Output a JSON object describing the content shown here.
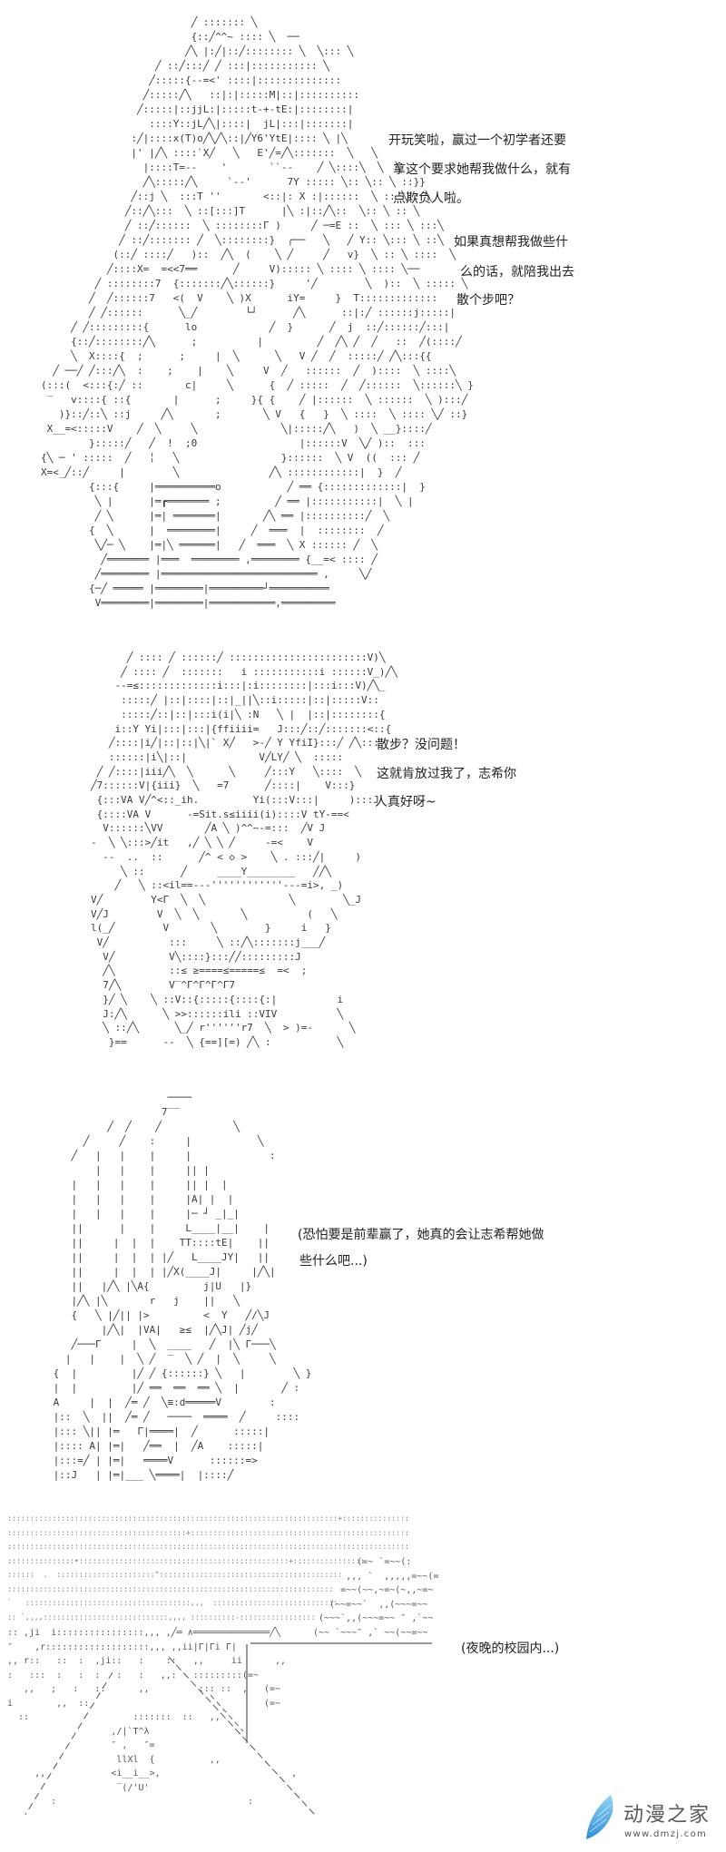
{
  "panels": [
    {
      "art": [
        "                         ╱ ::::::: ╲",
        "                         {::╱^^~ :::: ╲  ──",
        "                        ╱╲ |:╱|::╱:::::::: ╲  ╲::: ╲",
        "                   ╱ ::╱:::╱ ╱ :::|::::::::::: ╲",
        "                  ╱:::::{--=<' ::::|::::::::::::::",
        "                 ╱:::::╱╲   ::|:|:::::M|::|::::::::::",
        "                ╱:::::|::jjL:|:::::t-+-tE:|::::::::|",
        "                  ::::Y::jL╱╲|::::|  jL|:::|:::::::|",
        "               :╱|::::x(T)o╱╲╱╲::|╱Y6'YtE|:::: ╲ |╲",
        "               |' |╱╲ ::::`X╱   ╲   E'╱=╱╲:::::::  ╲   ╲",
        "                 |::::T=--    '       ``--    ╱ ╲::::╲  ╲  ╲",
        "                 ╱╲:::::╱╲     `--'      7Y ::::: ╲:: ╲:: ╲ ::}}",
        "               ╱::j ╲  :::T ''       <::|: X :|::::::  ╲ :: ╲:: ╲",
        "              ╱::╱╲:::  ╲ ::[:::]T      |╲ :|::╱╲::  ╲:: ╲ :: ╲",
        "              ╱ ::╱::::::  ╲ ::::::::Г )     ╱ ─=E ::  ╲ ::: ╲ :::╲",
        "             ╱ ::╱::::::: ╱  ╲::::::::}  ╭──   ╲   ╱ Y:: ╲::: ╲ ::╲",
        "            (::╱ ::::╱   )::  ╱╲  (    ╲ ╱     ╱   v}  ╲ :: ╲ ::::  ╲",
        "           ╱::::X=  =<<7══      ╱     V)::::: ╲ :::: ╲ :::: ╲──",
        "         ╱ ::::::::7  {:::::::╱╲::::::}     '╱        ╲  )::  ╲ ::::: ╲",
        "        ╱  ╱::::::7   <(  V    ╲ )X      iY=     }  T:::::::::::::",
        "        ╱ ╱::::::      ╲_╱        └┘      ╱╲      ::|:╱ ::::::j:::::|",
        "     ╱ ╱:::::::::{      lo            ╱  }      ╱  j  ::╱::::::╱:::|",
        "     {::╱::::::::╱╲      ;          |         ╱  ╱╲ ╱  ╱   ::  ╱(::::╱",
        "     ╲  X::::{  ;      ;     |  ╲      ╲   V ╱  ╱  :::::╱ ╱╲:::{{",
        "  ╱ ──╱ ╱:::╱╲  :    ;    |    ╲     V  ╱   ::::::  ╱  )::::  ╲ ::::╲",
        "(:::(  <:::{:╱ ::       c|     ╲      {  ╱ :::::  ╱  ╱::::::  ╲::::::╲ }",
        " ‾   v::::{ ::{       |      ;     }{ {    ╱ |::::::  ╲ ::::::  ╲ ):::╱",
        "   )}::╱::╲ ::j     ╱╲       ;       ╲ V   {   }  ╲ ::::  ╲ :::: ╲╱ ::}",
        " X__=<:::::V    ╱  ╲     ╲              ╲|:::::╱╲   )  ╲ __}::::╱",
        "        }:::::╱   ╱  !  ;0                 |::::::V  ╲╱ )::  :::",
        "{╲ ─ ' :::::  ╱   ╎   ╲                 }::::::  ╲ V  ((  ::: ╱",
        "X=<_╱::╱     |        ╲               ╱╲ ::::::::::::|  }  ╱",
        "        {:::{     |══════════o           ╱ ══ {:::::::::::::|  }",
        "         ╲ |      |═┏═══════ ;         ╱ ══ |:::::::::::|  ╲ |",
        "         ╱ ╲      |═| ═══════|       ╱╲ ══ |::::::::::╱  ╲",
        "        {  ╲      |  ════════|     ╱  ═══  |  ::::::::  ╱",
        "         ╲╱─ ╲    |═|╲ ══════|   ╱  ═══  ╲ X :::::: ╱  ╲",
        "          ╱═══════ |═══  ════════ ,════════ {__=< :::: ╱",
        "         ╱════════ |══════════════════════════ ,     ╲╱",
        "        {─╱ ═════ |════════|═════════┘══════════",
        "         V════════|════════|═══════════,═════════"
      ],
      "speech": [
        {
          "lines": [
            "开玩笑啦，赢过一个初学者还要",
            "拿这个要求她帮我做什么，就有",
            "点欺负人啦。"
          ]
        },
        {
          "lines": [
            "如果真想帮我做些什",
            "么的话，就陪我出去",
            "散个步吧？"
          ]
        }
      ]
    },
    {
      "art": [
        "      ╱ :::: ╱ ::::::╱ :::::::::::::::::::::::V)╲",
        "     ╱ :::: ╱  :::::::   i :::::::::::i ::::::V_)╱╲",
        "    --=≤:::::::::::::i:::|:i::::::::|:::i:::V)╱╲_",
        "     :::::╱ |::|::::|::|_||╲::i:::::|::|:::::V::",
        "     :::::╱::|::|:::i(i|╲ :N   ╲ |  |::|::::::::{",
        "    i::Y Yi|:::|:::|{ffiiii=   J:::╱::╱:::::::<::{",
        "   ╱::::|i╱|::|::|╲|` X╱   >-╱ Y YfiI}:::╱ ╱╲:::",
        "   ::::::|i╲|::|            V╱LY╱ ╲  :::::",
        " ╱ ╱::::|iii╱╲  ╲      ╲     ╱:::Y   ╲::::  ╲",
        "╱7::::::V|{iii}  ╲   =7      ╱::::|    V:::}",
        " {:::VA V╱^<::_ih.         Yi(:::V:::|     ):::J",
        " {::::VA V      -=Sit.s≤iiii(i)::::V tY-==<",
        "  V::::::╲VV       ╱A ╲ )^^~-=:::  ╱V J",
        "-  ╲ ╲:::>╱it   ,╱ ╲ ╲ ╱     -=<    V",
        "  --  ..  ::      ╱^ < ◇ >    ╲ . :::╱|     )",
        "     ╲ ::      ╱     ____Y________   ╱╱╲",
        "    ╱   ╲ ::<il==---''''''''''''---=i>, _)",
        "V╱        Y<Г  ╲  ╲              ╲        ╲_J",
        "V╱J        V  ╲  ╲       ╲          (   ╲",
        "l(_╱        V       ╲        }     i   }",
        " V╱          :::     ╲ ::╱╲:::::::j___╱",
        "  V╱         V╲::::}:::╱╱:::::::::J",
        "  ╱╲         ::≤ ≥====≤=====≤  =<  ;",
        "  7╱╲        V‾^Г^Г^Г^Г7",
        "  }╱ ╲    ╲ ::V::{:::::{::::{:|          i",
        "  J:╱╲      ╲ >>::::::ili ::VIV          ╲",
        "  ╲ ::╱╲      ╲_╱ r''''''r7  ╲  > )=-      ╲",
        "   }==      --  ╲ {==][=) ╱╲ :           ╲"
      ],
      "speech": [
        {
          "lines": [
            "散步？没问题！",
            "这就肯放过我了，志希你",
            "人真好呀~"
          ]
        }
      ]
    },
    {
      "art": [
        "                    ────",
        "                   7‾‾",
        "          ╱  ╱    ╱            ╲",
        "      ╱     ╱    :     |           ╲",
        "    ╱   |   |    |     |             :",
        "        |   |    |     || |",
        "    |   |   |    |     || |  |",
        "    |   |   |    |     |A| |  |",
        "    |   |   |    |     |─ ┘ _|_|",
        "    ||      |    |     L____|__|    |",
        "    ||     |  |  |    TT::::tE|    ||",
        "    ||     |  |  | |╱   L____JY|   ||",
        "    ||     |  |  | |╱X(____J|     |╱╲|",
        "    ||   |╱╲ |╲A{         j|U   |}",
        "    |╱╲ |╲       r   j    ||   ╲",
        "    {   ╲ |╱|| |>         <  Y   ╱/╲J",
        "         |╱╲|  |VA|   ≥≤  |╱╲J| ╱j╱",
        "    ╱───Г     |  ╲  ____   ╱  |╲ Г───╲",
        "   |   |    |  ╲ ╱  ‾  ╲ ╱  |  ╲     ╲",
        " {  |         |╱ ╱ {::::::} ╲   |        ╲ }",
        " |  |         |╱ ══  ══  ══ ╲  |       ╱ :",
        " A     |  |  ╱═ ╱  ╲≡:d═════V        :",
        " |::  ╲  ||  ╱═ ╱   ────  ════  ╱     ::::",
        " |::: ╲|| |═   Г|════|  ╱      :::::|",
        " |:::: A| |═|   ╱══  |  ╱A    :::::|",
        " |:::=╱ | |═|   ════V      ::::::=>",
        " |::J   | |═|___ ╲════|  |::::╱"
      ],
      "speech": [
        {
          "lines": [
            "(恐怕要是前辈赢了，她真的会让志希帮她做",
            "些什么吧...)"
          ]
        }
      ]
    },
    {
      "art_sky": [
        "::::::::::::::::::::::::::::::::::::::::::::::::::::::::::::::::::::::::::+:::::::::::::::",
        "::::::::::::::::::::::::::::::::::::::::+:::::::::::::::::::::::::::::::::::::::::::::::::",
        "::::::::::::::::::::::::::::::::::::::::::::::::::::::::::::::::::::::::::::::::::::::::::",
        ":::::::::::::::•:::::::::::::::::::::::::::::::::::::::::::::::+::::::::::::::::",
        "::::::  .  ::::::::::::::::::::::°:::::::::::::::::::::::::::::::::::::::::",
        ":::::::::::::::::::::::::::::::::::::::::::::::::::::::::::::::::::::::::",
        "`   :::::::::::::::::::::::::::::::::::::,,,  ::::::::::::::::::::::::::::",
        ":: `,,,,::::::::::::::::::::::::::::,,,, ::::::::::-:::::::::::::::::"
      ],
      "art_trees": [
        "        (=~ `=~~(:",
        "      ,,, `  ,,,,,=~~(=",
        "     =~~(~~,~=~(~,,~=~",
        "   (~~=~~`  ,,(~~~=~~",
        " (~~~`,,(~~~=~~ ″ ,`~~",
        "(~~ `~~~″ ,` ~~(~~=~~"
      ],
      "art_ground": [
        ":: ,ji  i::::::::::::::::,,, ,╱═ ∧══════════════╱╲",
        "″    ,r:::::::::::::::::::,,, ,,ii|Г|Гi Г|",
        ",, r::   ::  :  ,ji::   :    ::   ,,     ii      ,,",
        ":   :::  :   :  :   :   :   ,,:   :::::::::(=~",
        "   ,,   ;   :   ::      ,,         ::: ::  ,   (=~",
        "i        ,,  ::                                (=~",
        "  ::                   :::::::  ::   ,,",
        "                   ,/|`T^λ",
        "                   ″ ,   ″=",
        "                    llXl  {          ,,",
        "     ,,            <i__i__>,                        ,",
        "                    ‾(/'U'",
        "        :                                   :"
      ],
      "speech": [
        {
          "lines": [
            "(夜晚的校园内...)"
          ]
        }
      ]
    }
  ],
  "watermark": {
    "icon": "wing-logo-icon",
    "brand": "动漫之家",
    "url": "www.dmzj.com",
    "colors": {
      "icon_light": "#8fd6f4",
      "icon_dark": "#2f8dd6",
      "text": "#5a5a5a"
    }
  }
}
